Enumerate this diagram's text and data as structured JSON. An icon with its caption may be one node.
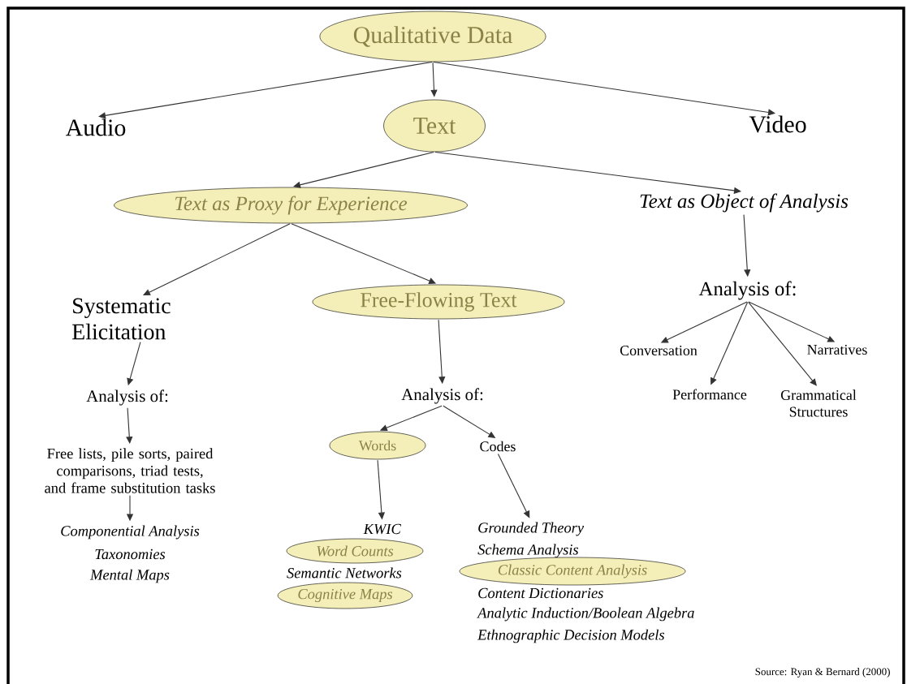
{
  "diagram": {
    "nodes": [
      {
        "text": [
          "Qualitative Data"
        ]
      },
      {
        "text": [
          "Audio"
        ]
      },
      {
        "text": [
          "Text"
        ]
      },
      {
        "text": [
          "Video"
        ]
      },
      {
        "text": [
          "Text as Proxy for Experience"
        ]
      },
      {
        "text": [
          "Text as Object of Analysis"
        ]
      },
      {
        "text": [
          "Systematic Elicitation"
        ]
      },
      {
        "text": [
          "Free-Flowing Text"
        ]
      },
      {
        "text": [
          "Analysis of:"
        ]
      },
      {
        "text": [
          "Conversation"
        ]
      },
      {
        "text": [
          "Narratives"
        ]
      },
      {
        "text": [
          "Performance"
        ]
      },
      {
        "text": [
          "Grammatical Structures"
        ]
      },
      {
        "text": [
          "Analysis of:"
        ]
      },
      {
        "text": [
          "Analysis of:"
        ]
      },
      {
        "text": [
          "Free lists, pile sorts, paired comparisons, triad tests, and frame substitution tasks"
        ]
      },
      {
        "text": [
          "Words"
        ]
      },
      {
        "text": [
          "Codes"
        ]
      },
      {
        "text": [
          "Componential Analysis"
        ]
      },
      {
        "text": [
          "Taxonomies"
        ]
      },
      {
        "text": [
          "Mental Maps"
        ]
      },
      {
        "text": [
          "KWIC"
        ]
      },
      {
        "text": [
          "Word Counts"
        ]
      },
      {
        "text": [
          "Semantic Networks"
        ]
      },
      {
        "text": [
          "Cognitive Maps"
        ]
      },
      {
        "text": [
          "Grounded Theory"
        ]
      },
      {
        "text": [
          "Schema Analysis"
        ]
      },
      {
        "text": [
          "Classic Content Analysis"
        ]
      },
      {
        "text": [
          "Content Dictionaries"
        ]
      },
      {
        "text": [
          "Analytic Induction/Boolean Algebra"
        ]
      },
      {
        "text": [
          "Ethnographic Decision Models"
        ]
      }
    ],
    "edges": [
      {
        "from": 0,
        "to": 1,
        "arrow": "to"
      },
      {
        "from": 0,
        "to": 2,
        "arrow": "to"
      },
      {
        "from": 0,
        "to": 3,
        "arrow": "to"
      },
      {
        "from": 2,
        "to": 4,
        "arrow": "to"
      },
      {
        "from": 2,
        "to": 5,
        "arrow": "to"
      },
      {
        "from": 4,
        "to": 6,
        "arrow": "to"
      },
      {
        "from": 4,
        "to": 7,
        "arrow": "to"
      },
      {
        "from": 5,
        "to": 8,
        "arrow": "to"
      },
      {
        "from": 8,
        "to": 9,
        "arrow": "to"
      },
      {
        "from": 8,
        "to": 11,
        "arrow": "to"
      },
      {
        "from": 8,
        "to": 12,
        "arrow": "to"
      },
      {
        "from": 8,
        "to": 10,
        "arrow": "to"
      },
      {
        "from": 6,
        "to": 13,
        "arrow": "to"
      },
      {
        "from": 7,
        "to": 14,
        "arrow": "to"
      },
      {
        "from": 13,
        "to": 15,
        "arrow": "to"
      },
      {
        "from": 14,
        "to": 16,
        "arrow": "to"
      },
      {
        "from": 14,
        "to": 17,
        "arrow": "to"
      },
      {
        "from": 15,
        "to": 18,
        "arrow": "to"
      },
      {
        "from": 16,
        "to": 21,
        "arrow": "to"
      },
      {
        "from": 17,
        "to": 25,
        "arrow": "to"
      }
    ],
    "labels": [
      "Source: Ryan & Bernard (2000)"
    ]
  }
}
